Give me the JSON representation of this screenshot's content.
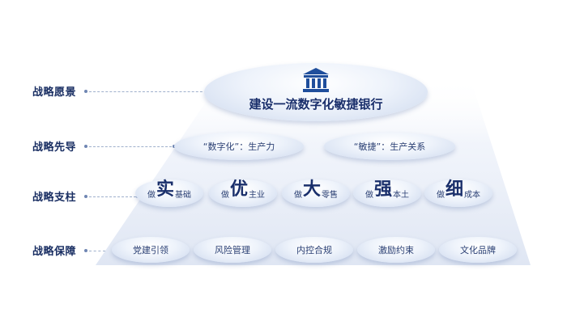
{
  "rows": [
    {
      "label": "战略愿景"
    },
    {
      "label": "战略先导"
    },
    {
      "label": "战略支柱"
    },
    {
      "label": "战略保障"
    }
  ],
  "vision": {
    "text": "建设一流数字化敏捷银行",
    "icon": "bank-icon"
  },
  "guides": [
    {
      "text": "“数字化”：生产力"
    },
    {
      "text": "“敏捷”：生产关系"
    }
  ],
  "pillars": [
    {
      "prefix": "做",
      "big": "实",
      "suffix": "基础"
    },
    {
      "prefix": "做",
      "big": "优",
      "suffix": "主业"
    },
    {
      "prefix": "做",
      "big": "大",
      "suffix": "零售"
    },
    {
      "prefix": "做",
      "big": "强",
      "suffix": "本土"
    },
    {
      "prefix": "做",
      "big": "细",
      "suffix": "成本"
    }
  ],
  "guarantees": [
    {
      "text": "党建引领"
    },
    {
      "text": "风险管理"
    },
    {
      "text": "内控合规"
    },
    {
      "text": "激励约束"
    },
    {
      "text": "文化品牌"
    }
  ],
  "colors": {
    "label": "#1a2f63",
    "text": "#2a3f73",
    "accent": "#1f4e9c"
  }
}
